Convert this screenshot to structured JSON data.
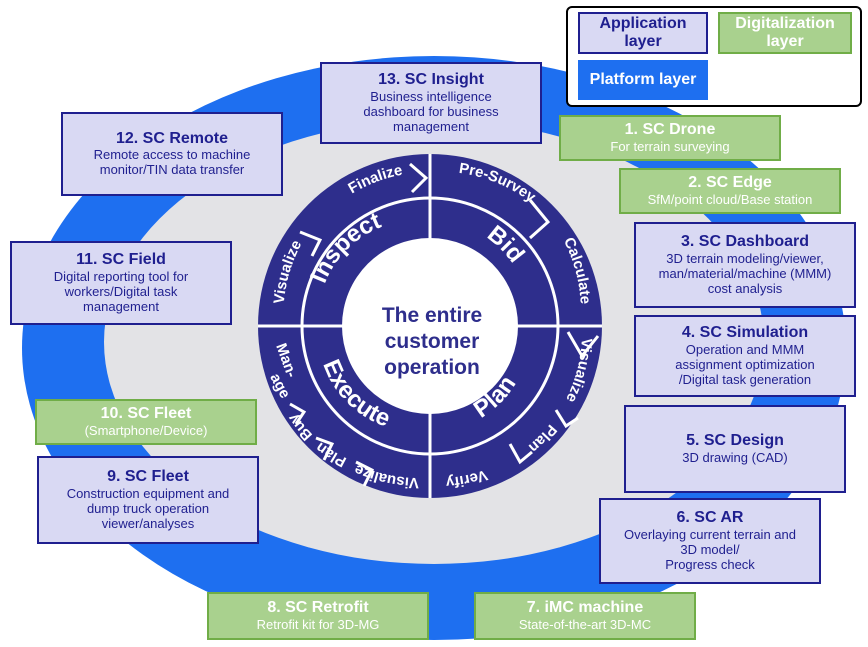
{
  "colors": {
    "application": "#d9d9f3",
    "application_border": "#1f1f8f",
    "digitalization": "#a9d18e",
    "digitalization_border": "#70ad47",
    "platform": "#1e6ff0",
    "wheel": "#2e2e8c"
  },
  "legend": {
    "application": "Application layer",
    "digitalization": "Digitalization layer",
    "platform": "Platform layer"
  },
  "center": {
    "line1": "The entire",
    "line2": "customer",
    "line3": "operation"
  },
  "phases": {
    "inspect": "Inspect",
    "bid": "Bid",
    "plan": "Plan",
    "execute": "Execute"
  },
  "steps": {
    "finalize": "Finalize",
    "pre_survey": "Pre-Survey",
    "calculate": "Calculate",
    "visualize_right": "Visualize",
    "plan_right": "Plan",
    "verify": "Verify",
    "visualize_bottom": "Visualize",
    "plan_left": "Plan",
    "buy": "Buy",
    "manage_1": "Man-",
    "manage_2": "age",
    "visualize_left": "Visualize"
  },
  "boxes": {
    "b13": {
      "title": "13. SC Insight",
      "desc": [
        "Business intelligence",
        "dashboard for business",
        "management"
      ]
    },
    "b12": {
      "title": "12. SC Remote",
      "desc": [
        "Remote access to machine",
        "monitor/TIN data transfer"
      ]
    },
    "b1": {
      "title": "1. SC Drone",
      "desc": [
        "For terrain surveying"
      ]
    },
    "b2": {
      "title": "2. SC Edge",
      "desc": [
        "SfM/point cloud/Base station"
      ]
    },
    "b3": {
      "title": "3. SC Dashboard",
      "desc": [
        "3D terrain modeling/viewer,",
        "man/material/machine (MMM)",
        "cost analysis"
      ]
    },
    "b11": {
      "title": "11. SC Field",
      "desc": [
        "Digital reporting tool for",
        "workers/Digital task",
        "management"
      ]
    },
    "b4": {
      "title": "4. SC Simulation",
      "desc": [
        "Operation and MMM",
        "assignment optimization",
        "/Digital task generation"
      ]
    },
    "b10": {
      "title": "10. SC Fleet",
      "desc": [
        "(Smartphone/Device)"
      ]
    },
    "b5": {
      "title": "5. SC Design",
      "desc": [
        "3D drawing (CAD)"
      ]
    },
    "b9": {
      "title": "9. SC Fleet",
      "desc": [
        "Construction equipment and",
        "dump truck operation",
        "viewer/analyses"
      ]
    },
    "b6": {
      "title": "6. SC AR",
      "desc": [
        "Overlaying current terrain and",
        "3D model/",
        "Progress check"
      ]
    },
    "b8": {
      "title": "8. SC Retrofit",
      "desc": [
        "Retrofit kit for 3D-MG"
      ]
    },
    "b7": {
      "title": "7. iMC machine",
      "desc": [
        "State-of-the-art 3D-MC"
      ]
    }
  }
}
